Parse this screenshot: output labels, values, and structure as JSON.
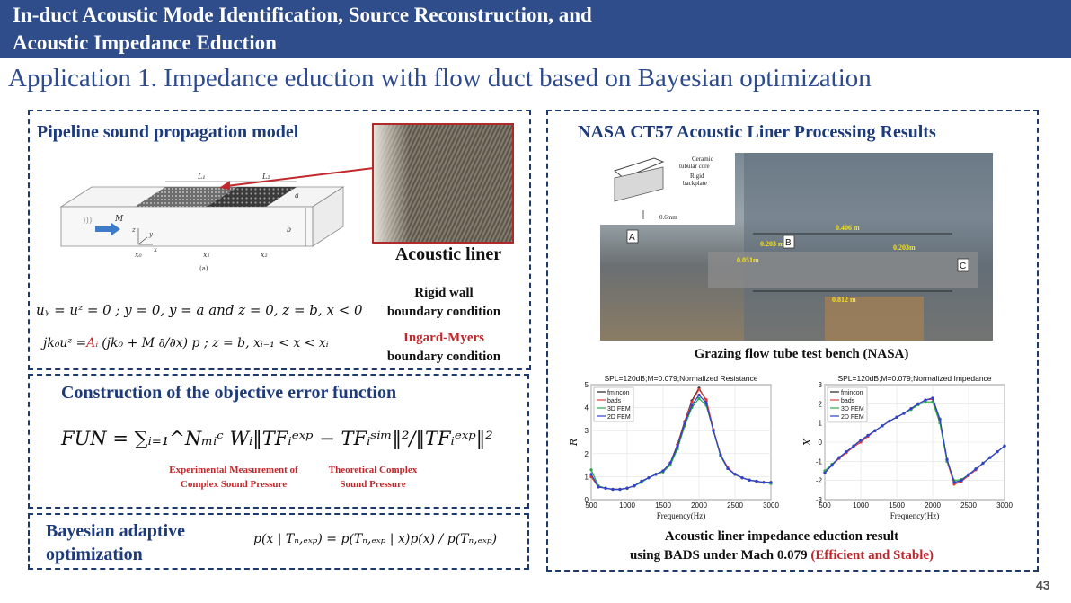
{
  "header": {
    "title_line1": "In-duct Acoustic Mode Identification, Source Reconstruction, and",
    "title_line2": "Acoustic Impedance Eduction"
  },
  "subtitle": "Application 1. Impedance eduction with flow duct based on Bayesian optimization",
  "left_top": {
    "heading": "Pipeline sound propagation model",
    "diagram": {
      "labels": [
        "L₁",
        "L₂",
        "a",
        "b",
        "M",
        "z",
        "y",
        "x",
        "x₀",
        "x₁",
        "x₂",
        "(a)"
      ]
    },
    "liner_caption": "Acoustic liner",
    "eq1": "uᵧ = uᶻ = 0 ; y = 0, y = a and z = 0, z = b, x < 0",
    "eq2_prefix": "jk₀uᶻ = ",
    "eq2_coef": "Aᵢ",
    "eq2_rest": "(jk₀ + M ∂/∂x) p ; z = b, xᵢ₋₁ < x < xᵢ",
    "rigid_line1": "Rigid wall",
    "rigid_line2": "boundary condition",
    "ingard_line1": "Ingard-Myers",
    "ingard_line2": "boundary condition"
  },
  "left_mid": {
    "heading": "Construction of the objective error function",
    "equation": "FUN = ∑ᵢ₌₁^Nₘᵢᶜ Wᵢ‖TFᵢᵉˣᵖ − TFᵢˢⁱᵐ‖²/‖TFᵢᵉˣᵖ‖²",
    "note_exp_1": "Experimental Measurement of",
    "note_exp_2": "Complex Sound Pressure",
    "note_th_1": "Theoretical Complex",
    "note_th_2": "Sound Pressure"
  },
  "left_bot": {
    "heading_1": "Bayesian adaptive",
    "heading_2": "optimization",
    "equation": "p(x | Tₙ,ₑₓₚ) = p(Tₙ,ₑₓₚ | x)p(x) / p(Tₙ,ₑₓₚ)"
  },
  "right": {
    "heading": "NASA CT57 Acoustic Liner Processing Results",
    "photo_labels": [
      "Ceramic",
      "tubular core",
      "Rigid",
      "backplate",
      "0.6mm",
      "A",
      "B",
      "C",
      "0.406 m",
      "0.203 m",
      "0.203m",
      "0.051m",
      "0.812 m"
    ],
    "bench_caption": "Grazing flow tube test bench (NASA)",
    "result_line1": "Acoustic liner impedance eduction result",
    "result_line2": "using BADS under Mach 0.079 ",
    "result_highlight": "(Efficient and Stable)"
  },
  "page_number": "43",
  "chart_data": [
    {
      "type": "line",
      "title": "SPL=120dB;M=0.079;Normalized Resistance",
      "xlabel": "Frequency(Hz)",
      "ylabel": "R",
      "xlim": [
        500,
        3000
      ],
      "ylim": [
        0,
        5
      ],
      "xticks": [
        500,
        1000,
        1500,
        2000,
        2500,
        3000
      ],
      "yticks": [
        0,
        1,
        2,
        3,
        4,
        5
      ],
      "grid": true,
      "legend_position": "top-left",
      "x": [
        500,
        600,
        700,
        800,
        900,
        1000,
        1100,
        1200,
        1300,
        1400,
        1500,
        1600,
        1700,
        1800,
        1900,
        2000,
        2100,
        2200,
        2300,
        2400,
        2500,
        2600,
        2700,
        2800,
        2900,
        3000
      ],
      "series": [
        {
          "name": "fmincon",
          "color": "#222222",
          "values": [
            1.0,
            0.55,
            0.5,
            0.45,
            0.45,
            0.5,
            0.6,
            0.8,
            0.95,
            1.1,
            1.25,
            1.6,
            2.4,
            3.4,
            4.3,
            4.85,
            4.3,
            3.0,
            1.9,
            1.35,
            1.1,
            0.95,
            0.85,
            0.8,
            0.75,
            0.75
          ]
        },
        {
          "name": "bads",
          "color": "#e03a3a",
          "values": [
            1.0,
            0.55,
            0.5,
            0.45,
            0.45,
            0.5,
            0.6,
            0.8,
            0.95,
            1.1,
            1.25,
            1.55,
            2.35,
            3.35,
            4.25,
            4.8,
            4.35,
            3.05,
            1.95,
            1.4,
            1.1,
            0.95,
            0.85,
            0.8,
            0.75,
            0.75
          ]
        },
        {
          "name": "3D FEM",
          "color": "#2aa84a",
          "values": [
            1.3,
            0.6,
            0.5,
            0.45,
            0.45,
            0.5,
            0.6,
            0.75,
            0.95,
            1.1,
            1.2,
            1.5,
            2.2,
            3.2,
            4.0,
            4.4,
            4.1,
            3.0,
            1.9,
            1.35,
            1.1,
            0.95,
            0.85,
            0.8,
            0.75,
            0.7
          ]
        },
        {
          "name": "2D FEM",
          "color": "#3040d0",
          "values": [
            1.1,
            0.55,
            0.5,
            0.45,
            0.45,
            0.5,
            0.6,
            0.8,
            0.95,
            1.1,
            1.25,
            1.6,
            2.3,
            3.3,
            4.1,
            4.55,
            4.2,
            3.0,
            1.95,
            1.35,
            1.1,
            0.95,
            0.85,
            0.8,
            0.75,
            0.75
          ]
        }
      ]
    },
    {
      "type": "line",
      "title": "SPL=120dB;M=0.079;Normalized Impedance",
      "xlabel": "Frequency(Hz)",
      "ylabel": "X",
      "xlim": [
        500,
        3000
      ],
      "ylim": [
        -3,
        3
      ],
      "xticks": [
        500,
        1000,
        1500,
        2000,
        2500,
        3000
      ],
      "yticks": [
        -3,
        -2,
        -1,
        0,
        1,
        2,
        3
      ],
      "grid": true,
      "legend_position": "top-left",
      "x": [
        500,
        600,
        700,
        800,
        900,
        1000,
        1100,
        1200,
        1300,
        1400,
        1500,
        1600,
        1700,
        1800,
        1900,
        2000,
        2100,
        2200,
        2300,
        2400,
        2500,
        2600,
        2700,
        2800,
        2900,
        3000
      ],
      "series": [
        {
          "name": "fmincon",
          "color": "#222222",
          "values": [
            -1.6,
            -1.2,
            -0.8,
            -0.5,
            -0.2,
            0.1,
            0.35,
            0.6,
            0.85,
            1.1,
            1.3,
            1.5,
            1.75,
            2.0,
            2.2,
            2.3,
            1.2,
            -0.9,
            -2.1,
            -2.0,
            -1.7,
            -1.4,
            -1.1,
            -0.8,
            -0.5,
            -0.2
          ]
        },
        {
          "name": "bads",
          "color": "#e03a3a",
          "values": [
            -1.6,
            -1.2,
            -0.85,
            -0.55,
            -0.25,
            0.0,
            0.3,
            0.6,
            0.85,
            1.1,
            1.3,
            1.5,
            1.75,
            2.0,
            2.2,
            2.25,
            1.1,
            -1.0,
            -2.2,
            -2.05,
            -1.75,
            -1.45,
            -1.1,
            -0.8,
            -0.5,
            -0.2
          ]
        },
        {
          "name": "3D FEM",
          "color": "#2aa84a",
          "values": [
            -1.5,
            -1.15,
            -0.8,
            -0.5,
            -0.2,
            0.1,
            0.35,
            0.6,
            0.85,
            1.1,
            1.3,
            1.5,
            1.7,
            1.95,
            2.1,
            2.1,
            1.0,
            -1.0,
            -2.0,
            -1.95,
            -1.7,
            -1.4,
            -1.1,
            -0.8,
            -0.5,
            -0.2
          ]
        },
        {
          "name": "2D FEM",
          "color": "#3040d0",
          "values": [
            -1.6,
            -1.2,
            -0.8,
            -0.5,
            -0.2,
            0.1,
            0.35,
            0.6,
            0.85,
            1.1,
            1.3,
            1.5,
            1.75,
            2.0,
            2.2,
            2.3,
            1.2,
            -0.9,
            -2.1,
            -2.0,
            -1.7,
            -1.4,
            -1.1,
            -0.8,
            -0.5,
            -0.2
          ]
        }
      ]
    }
  ]
}
